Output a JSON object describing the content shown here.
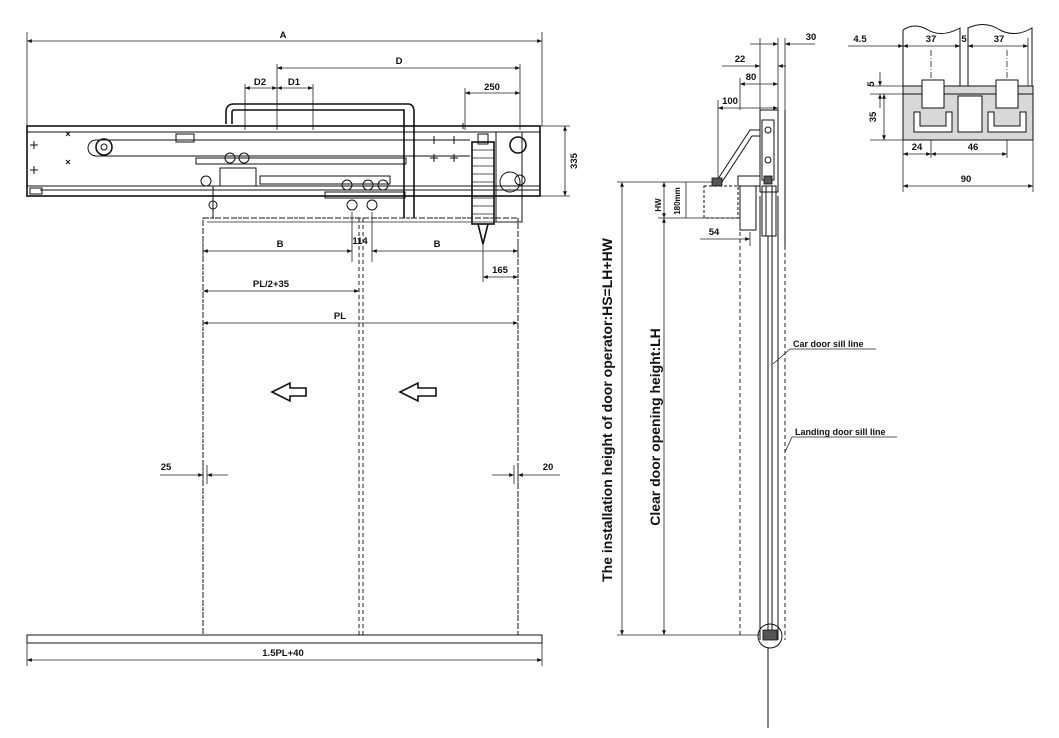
{
  "front_view": {
    "dims": {
      "A": "A",
      "D": "D",
      "D1": "D1",
      "D2": "D2",
      "d250": "250",
      "d335": "335",
      "B_left": "B",
      "d114": "114",
      "B_right": "B",
      "d165": "165",
      "pl_half": "PL/2+35",
      "PL": "PL",
      "d25": "25",
      "d20": "20",
      "bottom": "1.5PL+40"
    }
  },
  "side_view": {
    "dims": {
      "d30": "30",
      "d22": "22",
      "d80": "80",
      "d100": "100",
      "HW": "HW",
      "d180": "180mm",
      "d54": "54"
    },
    "labels": {
      "installation_height": "The installation height of door operator:HS=LH+HW",
      "clear_height": "Clear door opening height:LH",
      "car_sill": "Car door sill line",
      "landing_sill": "Landing door sill line"
    }
  },
  "section_view": {
    "dims": {
      "d4_5": "4.5",
      "d37a": "37",
      "d5": "5",
      "d37b": "37",
      "d5v": "5",
      "d35": "35",
      "d24": "24",
      "d46": "46",
      "d90": "90"
    }
  }
}
